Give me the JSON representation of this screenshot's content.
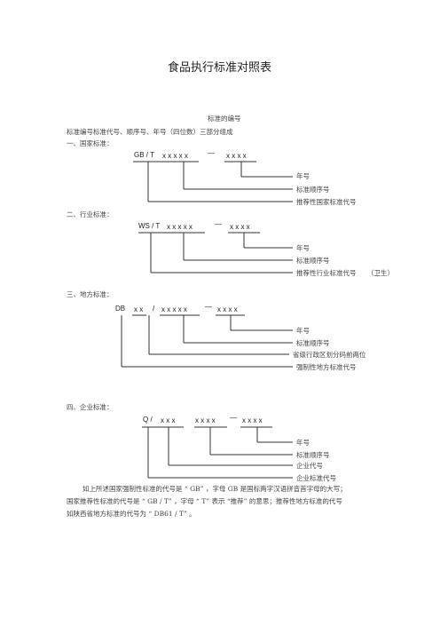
{
  "title": "食品执行标准对照表",
  "intro": {
    "line1": "标准的编号",
    "line2": "标准编号标准代号、顺序号、年号（四位数）三部分组成"
  },
  "national": {
    "heading": "一、国家标准：",
    "code": "GB / T",
    "seq": "x x x x x",
    "dash": "—",
    "year": "x x x x",
    "labels": [
      "年号",
      "标准顺序号",
      "推荐性国家标准代号"
    ]
  },
  "industry": {
    "heading": "二、行业标准：",
    "code": "WS / T",
    "seq": "x x x x x",
    "dash": "—",
    "year": "x x x x",
    "labels": [
      "年号",
      "标准顺序号",
      "推荐性行业标准代号",
      "（卫生）"
    ]
  },
  "local": {
    "heading": "三、地方标准：",
    "code": "DB",
    "region": "x x",
    "slash": "/",
    "seq": "x x x x x",
    "dash": "—",
    "year": "x x x x",
    "labels": [
      "年号",
      "标准顺序号",
      "省级行政区划分码前两位",
      "强制性地方标准代号"
    ]
  },
  "enterprise": {
    "heading": "四、企业标准：",
    "code": "Q /",
    "company": "x x x",
    "seq": "x x x x",
    "dash": "—",
    "year": "x x x x",
    "labels": [
      "年号",
      "标准顺序号",
      "企业代号",
      "企业标准代号"
    ]
  },
  "footer": {
    "p1": "如上所述国家强制性标准的代号是 “ GB” ，字母 GB 是国标两字汉语拼音首字母的大写；",
    "p2": "国家推荐性标准的代号是 “ GB / T” ，字母 “ T” 表示 “推荐” 的意思；推荐性地方标准的代号",
    "p3": "如陕西省地方标准的代号为 “ DB61 / T” 。"
  }
}
